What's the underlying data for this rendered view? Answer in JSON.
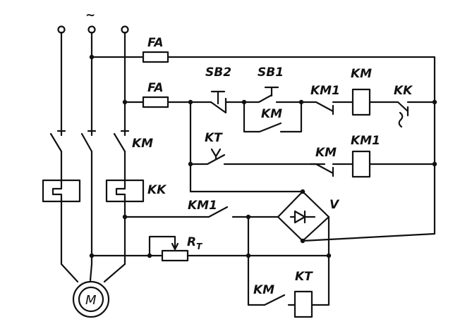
{
  "labels": {
    "fa_top": "FA",
    "fa_mid": "FA",
    "sb2": "SB2",
    "sb1": "SB1",
    "km_coil_top": "KM",
    "kk_contact": "KK",
    "km1_contact_top": "KM1",
    "km_hold": "KM",
    "km_main": "KM",
    "kk_relay": "KK",
    "kt_contact": "KT",
    "km_contact_mid": "KM",
    "km1_coil": "KM1",
    "km1_dc": "KM1",
    "bridge": "V",
    "rt_main": "R",
    "rt_sub": "T",
    "km_bottom": "KM",
    "kt_coil": "KT",
    "motor": "M",
    "ac_symbol": "~"
  }
}
